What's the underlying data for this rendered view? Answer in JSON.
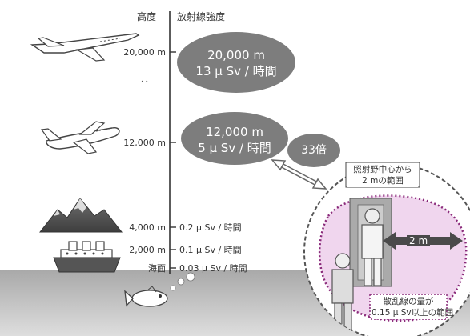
{
  "header": {
    "altitude_label": "高度",
    "dose_label": "放射線強度"
  },
  "levels": [
    {
      "altitude": "20,000 m",
      "dose_line1": "20,000 m",
      "dose_line2": "13 μ Sv / 時間"
    },
    {
      "altitude": "12,000 m",
      "dose_line1": "12,000 m",
      "dose_line2": "5 μ Sv / 時間"
    },
    {
      "altitude": "4,000 m",
      "dose": "0.2 μ Sv / 時間"
    },
    {
      "altitude": "2,000 m",
      "dose": "0.1 μ Sv / 時間"
    },
    {
      "altitude": "海面",
      "dose": "0.03 μ Sv / 時間"
    }
  ],
  "ratio_label": "33倍",
  "callout_top": {
    "line1": "照射野中心から",
    "line2": "2 mの範囲"
  },
  "distance_label": "2 m",
  "callout_bottom": {
    "line1": "散乱線の量が",
    "line2": "0.15 μ Sv以上の範囲"
  },
  "colors": {
    "ellipse": "#7d7d7d",
    "axis": "#333333",
    "sea": "#c4c4c4",
    "zone": "#f0d6ee",
    "zone_border": "#8a2a7a",
    "arrow": "#555555"
  }
}
